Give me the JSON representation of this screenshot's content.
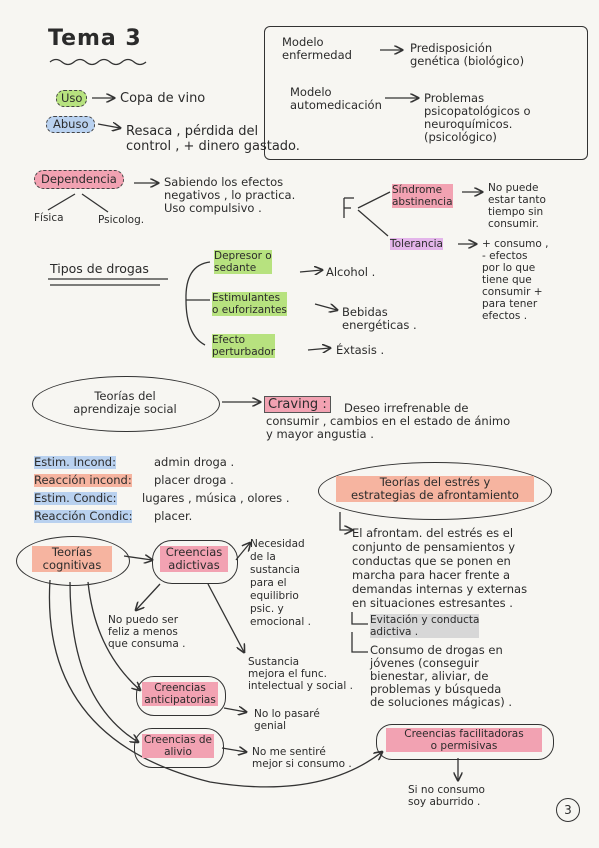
{
  "title": "Tema 3",
  "model_box": {
    "m1_label": "Modelo\nenfermedad",
    "m1_result": "Predisposición\ngenética (biológico)",
    "m2_label": "Modelo\nautomedicación",
    "m2_result": "Problemas\npsicopatológicos o\nneuroquímicos.\n(psicológico)"
  },
  "uso": {
    "label": "Uso",
    "text": "Copa de vino"
  },
  "abuso": {
    "label": "Abuso",
    "text": "Resaca , pérdida del\ncontrol , + dinero gastado."
  },
  "dependencia": {
    "label": "Dependencia",
    "text": "Sabiendo los efectos\nnegativos , lo practica.\nUso compulsivo .",
    "fisica": "Física",
    "psicolog": "Psicolog."
  },
  "sindrome": {
    "label": "Síndrome\nabstinencia",
    "text": "No puede\nestar tanto\ntiempo sin\nconsumir."
  },
  "tolerancia": {
    "label": "Tolerancia",
    "text": "+ consumo ,\n- efectos\npor lo que\ntiene que\nconsumir +\npara tener\nefectos ."
  },
  "tipos": {
    "label": "Tipos de drogas",
    "d1": "Depresor o\nsedante",
    "d1_ex": "Alcohol .",
    "d2": "Estimulantes\no euforizantes",
    "d2_ex": "Bebidas\nenergéticas .",
    "d3": "Efecto\nperturbador",
    "d3_ex": "Éxtasis ."
  },
  "teorias_aprendizaje": "Teorías del\naprendizaje social",
  "craving": {
    "label": "Craving :",
    "text": "Deseo irrefrenable de\nconsumir , cambios en el estado de ánimo\ny mayor angustia ."
  },
  "estimulos": {
    "e1": "Estim. Incond:",
    "e1_text": "admin droga .",
    "e2": "Reacción incond:",
    "e2_text": "placer droga .",
    "e3": "Estim. Condic:",
    "e3_text": "lugares , música , olores .",
    "e4": "Reacción Condic:",
    "e4_text": "placer."
  },
  "teorias_estres": {
    "label": "Teorías del estrés y\nestrategias de afrontamiento",
    "text": "El afrontam. del estrés es el\nconjunto de pensamientos y\nconductas que se ponen en\nmarcha para hacer frente a\ndemandas internas y externas\nen situaciones estresantes .",
    "sub1": "Evitación y conducta\nadictiva .",
    "sub2": "Consumo de drogas en\njóvenes (conseguir\nbienestar, aliviar, de\nproblemas y búsqueda\nde soluciones mágicas) ."
  },
  "teorias_cognitivas": {
    "label": "Teorías\ncognitivas",
    "creencias_adictivas": "Creencias\nadictivas",
    "necesidad": "Necesidad\nde la\nsustancia\npara el\nequilibrio\npsic. y\nemocional .",
    "no_puedo": "No puedo ser\nfeliz a menos\nque consuma .",
    "creencias_anticipatorias": "Creencias\nanticipatorias",
    "sustancia": "Sustancia\nmejora el func.\nintelectual y social .",
    "no_pasara": "No lo pasaré\ngenial",
    "creencias_alivio": "Creencias de\nalivio",
    "no_sentire": "No me sentiré\nmejor si consumo .",
    "creencias_facilitadoras": "Creencias facilitadoras\no permisivas",
    "si_no": "Si no consumo\nsoy aburrido ."
  },
  "page_number": "3",
  "colors": {
    "green": "#b7e27f",
    "blue": "#b9d1ef",
    "pink": "#f2a2b2",
    "salmon": "#f6b4a0",
    "violet": "#e3b5ea",
    "yellow": "#dff065"
  }
}
